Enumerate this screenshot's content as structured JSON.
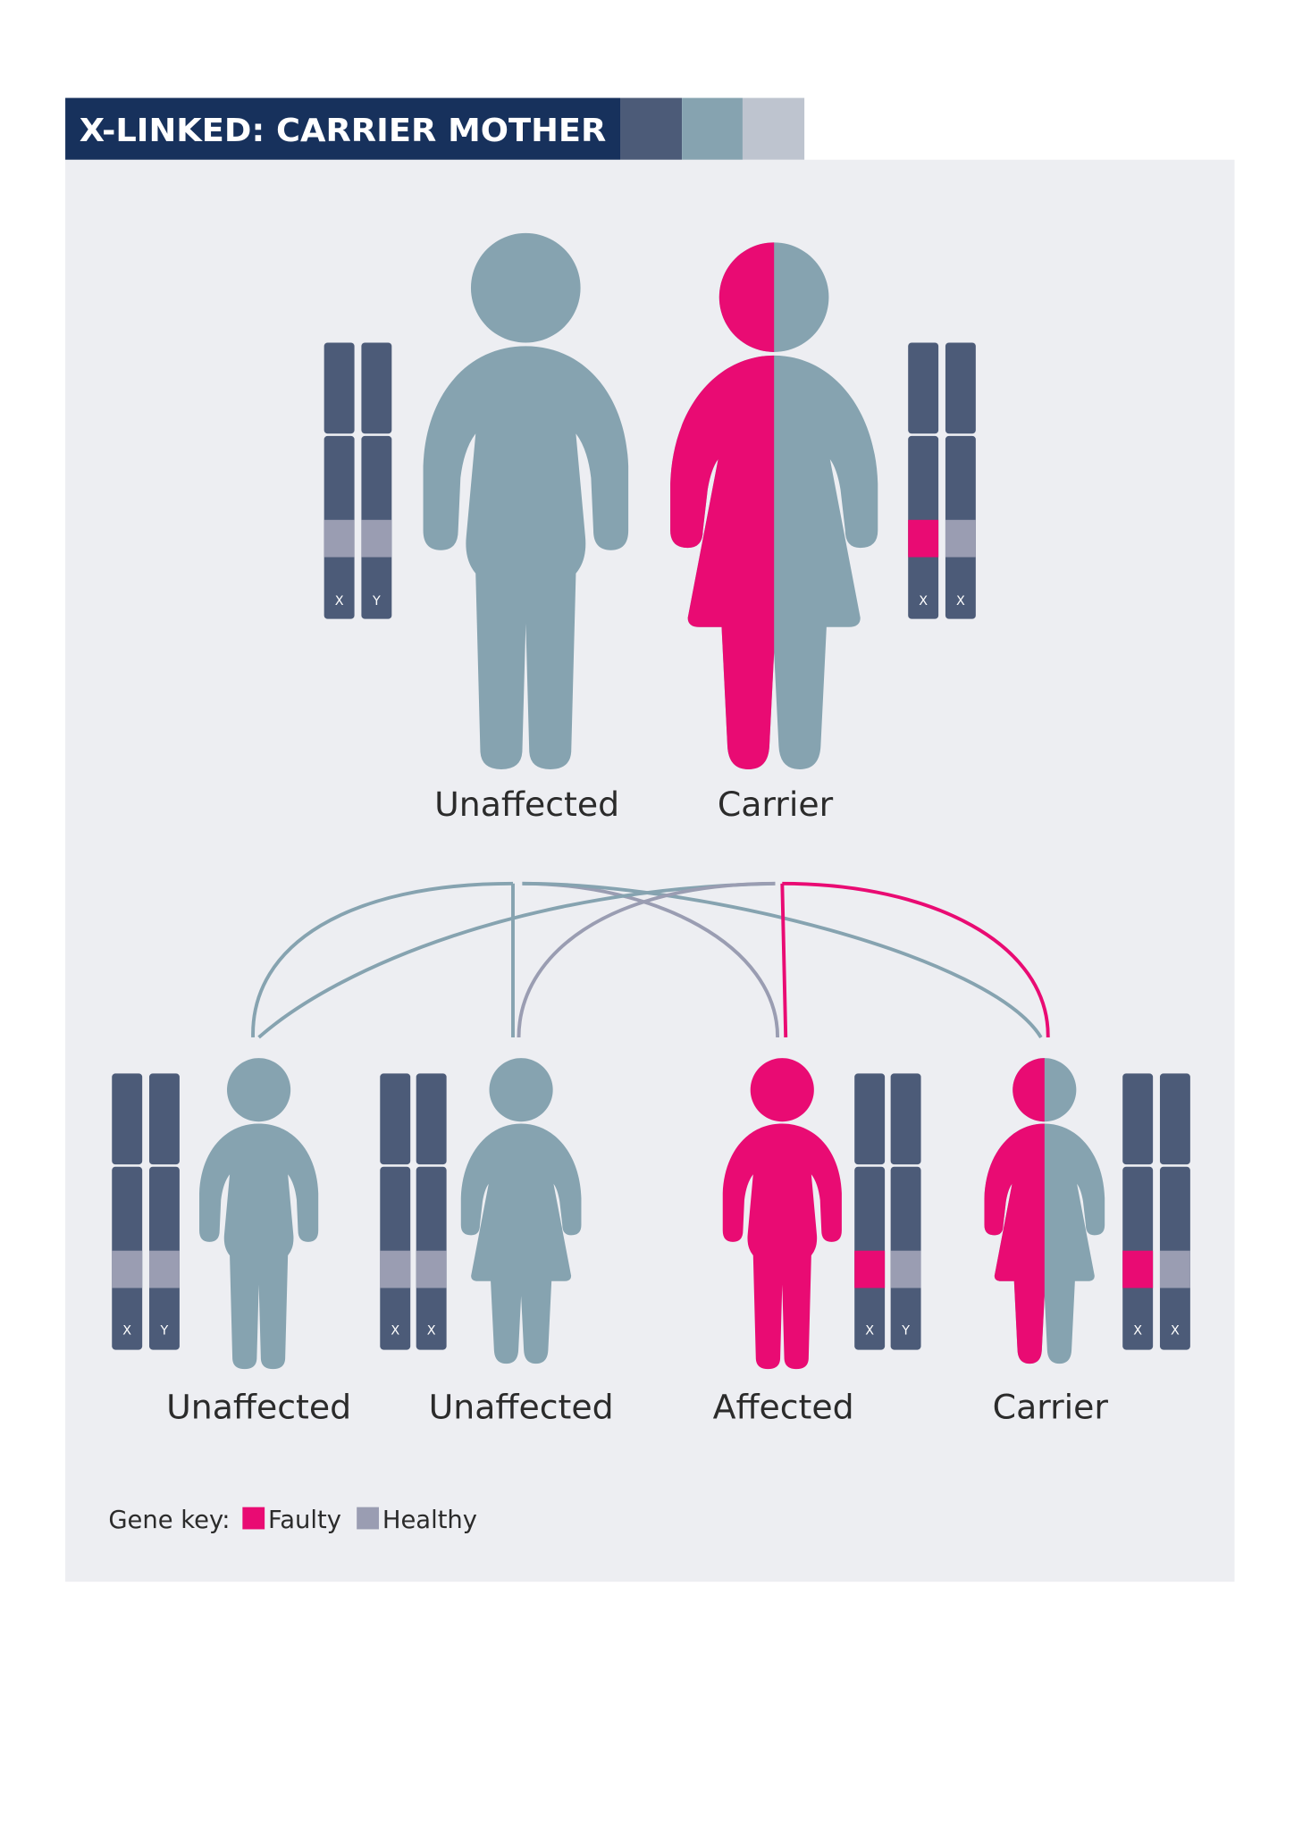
{
  "title": "X-LINKED: CARRIER MOTHER",
  "colors": {
    "title_bg": "#17315c",
    "panel_bg": "#edeef2",
    "figure": "#86a3b0",
    "faulty": "#e90b73",
    "healthy": "#9a9db2",
    "chromosome": "#4c5b78"
  },
  "parents": [
    {
      "label": "Unaffected",
      "sex": "male",
      "status": "unaffected",
      "chromosomes": [
        "X",
        "Y"
      ]
    },
    {
      "label": "Carrier",
      "sex": "female",
      "status": "carrier",
      "chromosomes": [
        "X",
        "X"
      ]
    }
  ],
  "children": [
    {
      "label": "Unaffected",
      "sex": "male",
      "status": "unaffected",
      "chromosomes": [
        "X",
        "Y"
      ]
    },
    {
      "label": "Unaffected",
      "sex": "female",
      "status": "unaffected",
      "chromosomes": [
        "X",
        "X"
      ]
    },
    {
      "label": "Affected",
      "sex": "male",
      "status": "affected",
      "chromosomes": [
        "X",
        "Y"
      ]
    },
    {
      "label": "Carrier",
      "sex": "female",
      "status": "carrier",
      "chromosomes": [
        "X",
        "X"
      ]
    }
  ],
  "key": {
    "label": "Gene key:",
    "faulty": "Faulty",
    "healthy": "Healthy"
  }
}
